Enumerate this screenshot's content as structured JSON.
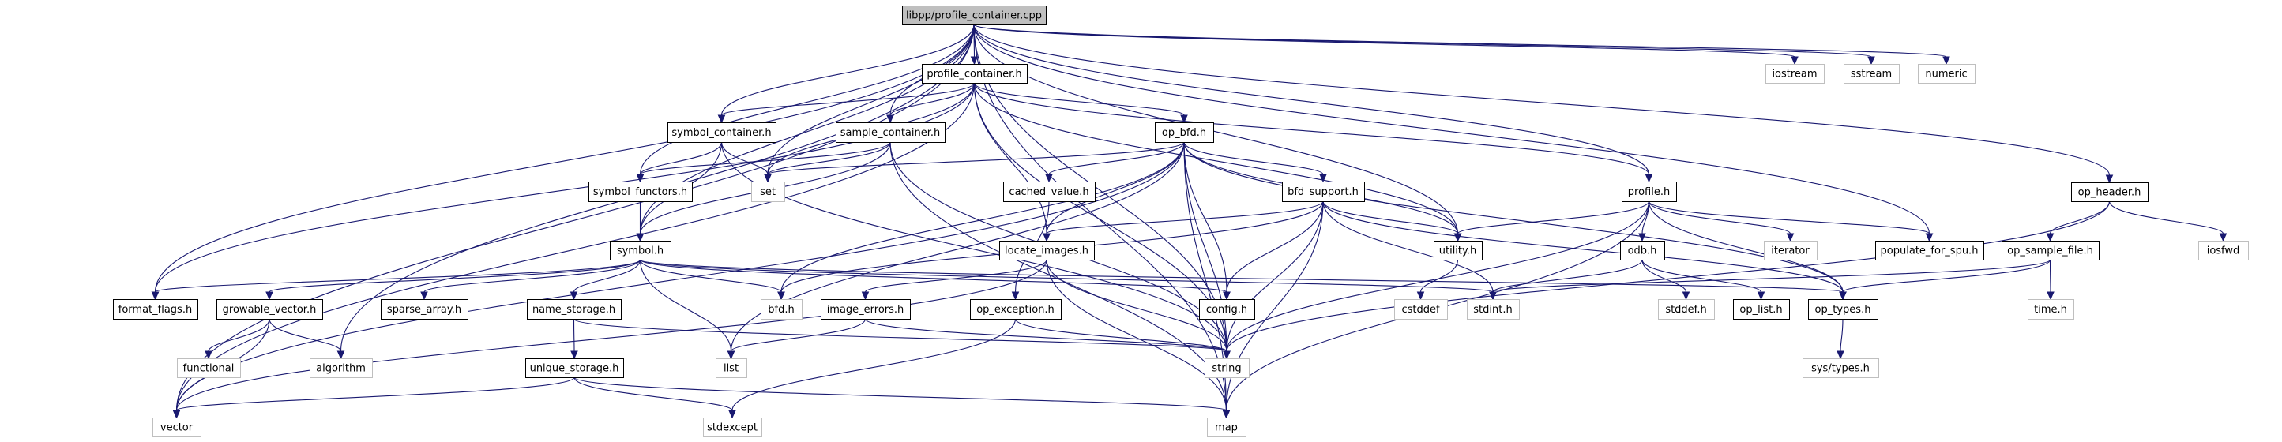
{
  "title": "libpp/profile_container.cpp include dependency graph",
  "colors": {
    "edge": "#191970",
    "root_fill": "#bfbfbf",
    "internal_border": "#000000",
    "external_border": "#bfbfbf"
  },
  "nodes": [
    {
      "id": "root",
      "label": "libpp/profile_container.cpp",
      "kind": "root"
    },
    {
      "id": "profile_container_h",
      "label": "profile_container.h",
      "kind": "internal"
    },
    {
      "id": "iostream",
      "label": "iostream",
      "kind": "external"
    },
    {
      "id": "sstream",
      "label": "sstream",
      "kind": "external"
    },
    {
      "id": "numeric",
      "label": "numeric",
      "kind": "external"
    },
    {
      "id": "symbol_container_h",
      "label": "symbol_container.h",
      "kind": "internal"
    },
    {
      "id": "sample_container_h",
      "label": "sample_container.h",
      "kind": "internal"
    },
    {
      "id": "op_bfd_h",
      "label": "op_bfd.h",
      "kind": "internal"
    },
    {
      "id": "symbol_functors_h",
      "label": "symbol_functors.h",
      "kind": "internal"
    },
    {
      "id": "set",
      "label": "set",
      "kind": "external"
    },
    {
      "id": "cached_value_h",
      "label": "cached_value.h",
      "kind": "internal"
    },
    {
      "id": "bfd_support_h",
      "label": "bfd_support.h",
      "kind": "internal"
    },
    {
      "id": "profile_h",
      "label": "profile.h",
      "kind": "internal"
    },
    {
      "id": "op_header_h",
      "label": "op_header.h",
      "kind": "internal"
    },
    {
      "id": "symbol_h",
      "label": "symbol.h",
      "kind": "internal"
    },
    {
      "id": "locate_images_h",
      "label": "locate_images.h",
      "kind": "internal"
    },
    {
      "id": "utility_h",
      "label": "utility.h",
      "kind": "internal"
    },
    {
      "id": "odb_h",
      "label": "odb.h",
      "kind": "internal"
    },
    {
      "id": "iterator",
      "label": "iterator",
      "kind": "external"
    },
    {
      "id": "populate_for_spu_h",
      "label": "populate_for_spu.h",
      "kind": "internal"
    },
    {
      "id": "op_sample_file_h",
      "label": "op_sample_file.h",
      "kind": "internal"
    },
    {
      "id": "iosfwd",
      "label": "iosfwd",
      "kind": "external"
    },
    {
      "id": "format_flags_h",
      "label": "format_flags.h",
      "kind": "internal"
    },
    {
      "id": "growable_vector_h",
      "label": "growable_vector.h",
      "kind": "internal"
    },
    {
      "id": "sparse_array_h",
      "label": "sparse_array.h",
      "kind": "internal"
    },
    {
      "id": "name_storage_h",
      "label": "name_storage.h",
      "kind": "internal"
    },
    {
      "id": "bfd_h",
      "label": "bfd.h",
      "kind": "external"
    },
    {
      "id": "image_errors_h",
      "label": "image_errors.h",
      "kind": "internal"
    },
    {
      "id": "op_exception_h",
      "label": "op_exception.h",
      "kind": "internal"
    },
    {
      "id": "config_h",
      "label": "config.h",
      "kind": "internal"
    },
    {
      "id": "cstddef",
      "label": "cstddef",
      "kind": "external"
    },
    {
      "id": "stdint_h",
      "label": "stdint.h",
      "kind": "external"
    },
    {
      "id": "stddef_h",
      "label": "stddef.h",
      "kind": "external"
    },
    {
      "id": "op_list_h",
      "label": "op_list.h",
      "kind": "internal"
    },
    {
      "id": "op_types_h",
      "label": "op_types.h",
      "kind": "internal"
    },
    {
      "id": "time_h",
      "label": "time.h",
      "kind": "external"
    },
    {
      "id": "functional",
      "label": "functional",
      "kind": "external"
    },
    {
      "id": "algorithm",
      "label": "algorithm",
      "kind": "external"
    },
    {
      "id": "unique_storage_h",
      "label": "unique_storage.h",
      "kind": "internal"
    },
    {
      "id": "list",
      "label": "list",
      "kind": "external"
    },
    {
      "id": "string",
      "label": "string",
      "kind": "external"
    },
    {
      "id": "sys_types_h",
      "label": "sys/types.h",
      "kind": "external"
    },
    {
      "id": "vector",
      "label": "vector",
      "kind": "external"
    },
    {
      "id": "stdexcept",
      "label": "stdexcept",
      "kind": "external"
    },
    {
      "id": "map",
      "label": "map",
      "kind": "external"
    }
  ],
  "edges": [
    [
      "root",
      "profile_container_h"
    ],
    [
      "root",
      "iostream"
    ],
    [
      "root",
      "sstream"
    ],
    [
      "root",
      "numeric"
    ],
    [
      "root",
      "symbol_container_h"
    ],
    [
      "root",
      "sample_container_h"
    ],
    [
      "root",
      "symbol_functors_h"
    ],
    [
      "root",
      "set"
    ],
    [
      "root",
      "symbol_h"
    ],
    [
      "root",
      "format_flags_h"
    ],
    [
      "root",
      "vector"
    ],
    [
      "root",
      "algorithm"
    ],
    [
      "root",
      "string"
    ],
    [
      "root",
      "profile_h"
    ],
    [
      "root",
      "op_header_h"
    ],
    [
      "root",
      "populate_for_spu_h"
    ],
    [
      "root",
      "utility_h"
    ],
    [
      "root",
      "map"
    ],
    [
      "profile_container_h",
      "symbol_container_h"
    ],
    [
      "profile_container_h",
      "sample_container_h"
    ],
    [
      "profile_container_h",
      "op_bfd_h"
    ],
    [
      "profile_container_h",
      "profile_h"
    ],
    [
      "profile_container_h",
      "locate_images_h"
    ],
    [
      "profile_container_h",
      "utility_h"
    ],
    [
      "profile_container_h",
      "format_flags_h"
    ],
    [
      "profile_container_h",
      "vector"
    ],
    [
      "profile_container_h",
      "string"
    ],
    [
      "profile_container_h",
      "set"
    ],
    [
      "symbol_container_h",
      "symbol_functors_h"
    ],
    [
      "symbol_container_h",
      "set"
    ],
    [
      "symbol_container_h",
      "symbol_h"
    ],
    [
      "symbol_container_h",
      "string"
    ],
    [
      "sample_container_h",
      "symbol_functors_h"
    ],
    [
      "sample_container_h",
      "set"
    ],
    [
      "sample_container_h",
      "symbol_h"
    ],
    [
      "sample_container_h",
      "map"
    ],
    [
      "sample_container_h",
      "string"
    ],
    [
      "symbol_functors_h",
      "symbol_h"
    ],
    [
      "op_bfd_h",
      "set"
    ],
    [
      "op_bfd_h",
      "cached_value_h"
    ],
    [
      "op_bfd_h",
      "bfd_support_h"
    ],
    [
      "op_bfd_h",
      "locate_images_h"
    ],
    [
      "op_bfd_h",
      "utility_h"
    ],
    [
      "op_bfd_h",
      "config_h"
    ],
    [
      "op_bfd_h",
      "op_types_h"
    ],
    [
      "op_bfd_h",
      "string"
    ],
    [
      "op_bfd_h",
      "list"
    ],
    [
      "op_bfd_h",
      "vector"
    ],
    [
      "op_bfd_h",
      "map"
    ],
    [
      "op_bfd_h",
      "bfd_h"
    ],
    [
      "cached_value_h",
      "op_exception_h"
    ],
    [
      "bfd_support_h",
      "utility_h"
    ],
    [
      "bfd_support_h",
      "op_types_h"
    ],
    [
      "bfd_support_h",
      "config_h"
    ],
    [
      "bfd_support_h",
      "stdint_h"
    ],
    [
      "bfd_support_h",
      "string"
    ],
    [
      "bfd_support_h",
      "map"
    ],
    [
      "bfd_support_h",
      "locate_images_h"
    ],
    [
      "bfd_support_h",
      "bfd_h"
    ],
    [
      "profile_h",
      "utility_h"
    ],
    [
      "profile_h",
      "odb_h"
    ],
    [
      "profile_h",
      "iterator"
    ],
    [
      "profile_h",
      "populate_for_spu_h"
    ],
    [
      "profile_h",
      "op_types_h"
    ],
    [
      "profile_h",
      "string"
    ],
    [
      "profile_h",
      "map"
    ],
    [
      "op_header_h",
      "op_sample_file_h"
    ],
    [
      "op_header_h",
      "iosfwd"
    ],
    [
      "op_header_h",
      "string"
    ],
    [
      "symbol_h",
      "format_flags_h"
    ],
    [
      "symbol_h",
      "growable_vector_h"
    ],
    [
      "symbol_h",
      "sparse_array_h"
    ],
    [
      "symbol_h",
      "name_storage_h"
    ],
    [
      "symbol_h",
      "bfd_h"
    ],
    [
      "symbol_h",
      "list"
    ],
    [
      "symbol_h",
      "config_h"
    ],
    [
      "symbol_h",
      "op_types_h"
    ],
    [
      "symbol_h",
      "stdint_h"
    ],
    [
      "locate_images_h",
      "image_errors_h"
    ],
    [
      "locate_images_h",
      "string"
    ],
    [
      "locate_images_h",
      "map"
    ],
    [
      "locate_images_h",
      "vector"
    ],
    [
      "utility_h",
      "cstddef"
    ],
    [
      "odb_h",
      "stdint_h"
    ],
    [
      "odb_h",
      "stddef_h"
    ],
    [
      "odb_h",
      "op_list_h"
    ],
    [
      "op_sample_file_h",
      "op_types_h"
    ],
    [
      "op_sample_file_h",
      "time_h"
    ],
    [
      "op_sample_file_h",
      "stdint_h"
    ],
    [
      "growable_vector_h",
      "functional"
    ],
    [
      "growable_vector_h",
      "vector"
    ],
    [
      "growable_vector_h",
      "algorithm"
    ],
    [
      "name_storage_h",
      "unique_storage_h"
    ],
    [
      "name_storage_h",
      "string"
    ],
    [
      "image_errors_h",
      "list"
    ],
    [
      "image_errors_h",
      "string"
    ],
    [
      "op_exception_h",
      "stdexcept"
    ],
    [
      "op_exception_h",
      "string"
    ],
    [
      "op_types_h",
      "sys_types_h"
    ],
    [
      "unique_storage_h",
      "vector"
    ],
    [
      "unique_storage_h",
      "stdexcept"
    ],
    [
      "unique_storage_h",
      "map"
    ]
  ]
}
